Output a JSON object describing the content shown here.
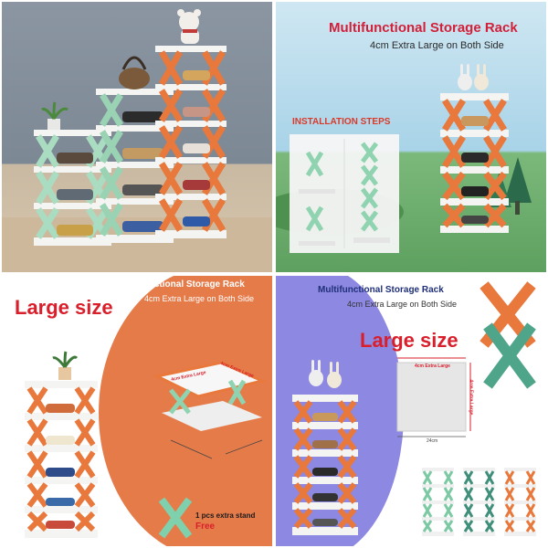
{
  "colors": {
    "rack_orange": "#e8783c",
    "rack_green": "#8fd3b0",
    "rack_teal": "#4fa58a",
    "shelf_white": "#f4f4f2",
    "title_red": "#d2203a",
    "navy": "#20307a"
  },
  "panel_top_right": {
    "title": "Multifunctional Storage Rack",
    "subtitle": "4cm Extra Large on Both Side",
    "steps_label": "INSTALLATION STEPS"
  },
  "panel_bottom_left": {
    "title": "Multifunctional Storage Rack",
    "subtitle": "4cm Extra Large on Both Side",
    "large_size": "Large size",
    "dim_label_1": "4cm Extra Large",
    "dim_label_2": "4cm Extra Large",
    "stand_text": "1 pcs extra stand",
    "stand_free": "Free"
  },
  "panel_bottom_right": {
    "title": "Multifunctional Storage Rack",
    "subtitle": "4cm Extra Large on Both Side",
    "large_size": "Large size",
    "dim_top": "4cm Extra Large",
    "dim_side": "4cm Extra Large",
    "dim_bottom": "24cm"
  },
  "icons": [
    "teddy-bear-icon",
    "handbag-icon",
    "plant-pot-icon",
    "bunny-toy-icon",
    "tree-icon",
    "shoe-icon"
  ]
}
